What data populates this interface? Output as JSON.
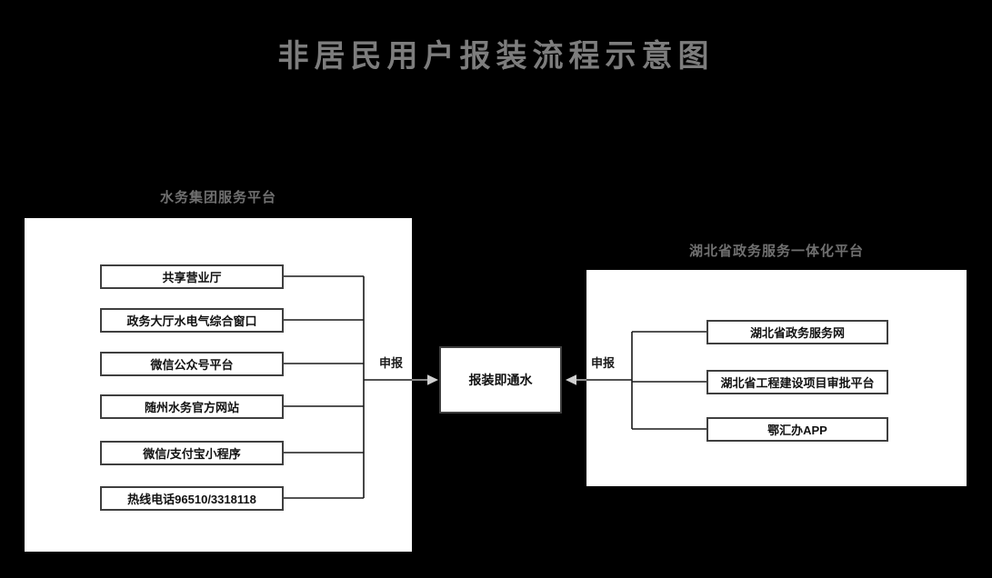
{
  "title": "非居民用户报装流程示意图",
  "left_panel": {
    "label": "水务集团服务平台",
    "arrow_label": "申报",
    "items": [
      {
        "label": "共享营业厅"
      },
      {
        "label": "政务大厅水电气综合窗口"
      },
      {
        "label": "微信公众号平台"
      },
      {
        "label": "随州水务官方网站"
      },
      {
        "label": "微信/支付宝小程序"
      },
      {
        "label": "热线电话96510/3318118"
      }
    ]
  },
  "right_panel": {
    "label": "湖北省政务服务一体化平台",
    "arrow_label": "申报",
    "items": [
      {
        "label": "湖北省政务服务网"
      },
      {
        "label": "湖北省工程建设项目审批平台"
      },
      {
        "label": "鄂汇办APP"
      }
    ]
  },
  "center": {
    "label": "报装即通水"
  },
  "colors": {
    "background": "#000000",
    "panel": "#ffffff",
    "box_border": "#3f3f3f",
    "inner_line": "#1a1a1a",
    "outer_line": "#b3b3b3",
    "arrowhead": "#d0d0d0",
    "title": "#7d7d7d",
    "label": "#707070"
  }
}
